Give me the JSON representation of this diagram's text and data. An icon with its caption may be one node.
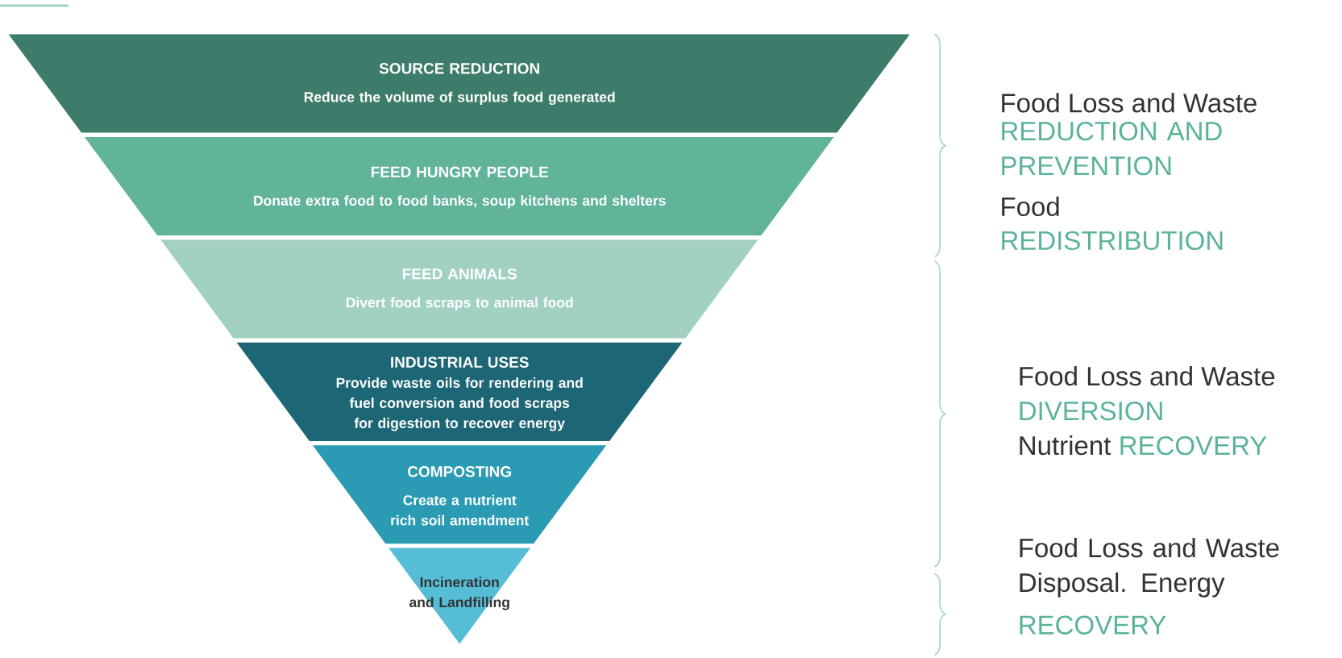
{
  "diagram": {
    "nodes": [
      {
        "text": [
          "SOURCE REDUCTION",
          "Reduce the volume of surplus food generated"
        ]
      },
      {
        "text": [
          "FEED HUNGRY PEOPLE",
          "Donate extra food to food banks, soup kitchens and shelters"
        ]
      },
      {
        "text": [
          "FEED ANIMALS",
          "Divert food scraps to animal food"
        ]
      },
      {
        "text": [
          "INDUSTRIAL USES",
          "Provide waste oils for rendering and fuel conversion and food scraps for digestion to recover energy"
        ]
      },
      {
        "text": [
          "COMPOSTING",
          "Create a nutrient rich soil amendment"
        ]
      },
      {
        "text": [
          "Incineration and Landfilling"
        ]
      }
    ],
    "labels": [
      "Food Loss and Waste",
      "REDUCTION AND PREVENTION",
      "Food",
      "REDISTRIBUTION",
      "Food Loss and Waste",
      "DIVERSION",
      "Nutrient",
      "RECOVERY",
      "Food Loss and Waste Disposal. Energy",
      "RECOVERY"
    ]
  }
}
